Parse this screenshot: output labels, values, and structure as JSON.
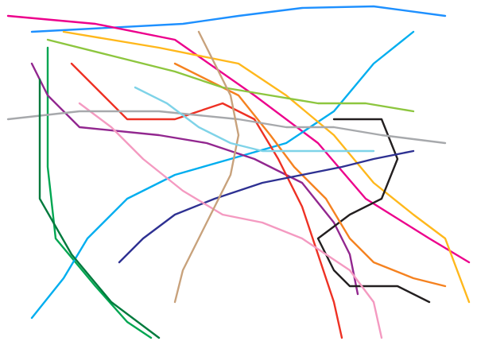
{
  "map": {
    "background": "#ffffff",
    "routes": [
      {
        "id": "route-1",
        "color": "#00a651"
      },
      {
        "id": "route-2",
        "color": "#1e90ff"
      },
      {
        "id": "route-3",
        "color": "#ec008c"
      },
      {
        "id": "route-4",
        "color": "#00aeef"
      },
      {
        "id": "route-5",
        "color": "#ffb81c"
      },
      {
        "id": "route-6",
        "color": "#92278f"
      },
      {
        "id": "route-7",
        "color": "#ee3124"
      },
      {
        "id": "route-8",
        "color": "#231f20"
      },
      {
        "id": "route-9",
        "color": "#f58220"
      },
      {
        "id": "route-10",
        "color": "#8dc63f"
      },
      {
        "id": "route-11",
        "color": "#2e3192"
      },
      {
        "id": "route-12",
        "color": "#f49ac1"
      },
      {
        "id": "route-13",
        "color": "#a7a9ac"
      },
      {
        "id": "route-14",
        "color": "#c8a27c"
      },
      {
        "id": "route-15",
        "color": "#7fd3e8"
      },
      {
        "id": "route-16",
        "color": "#007a3d"
      }
    ]
  }
}
